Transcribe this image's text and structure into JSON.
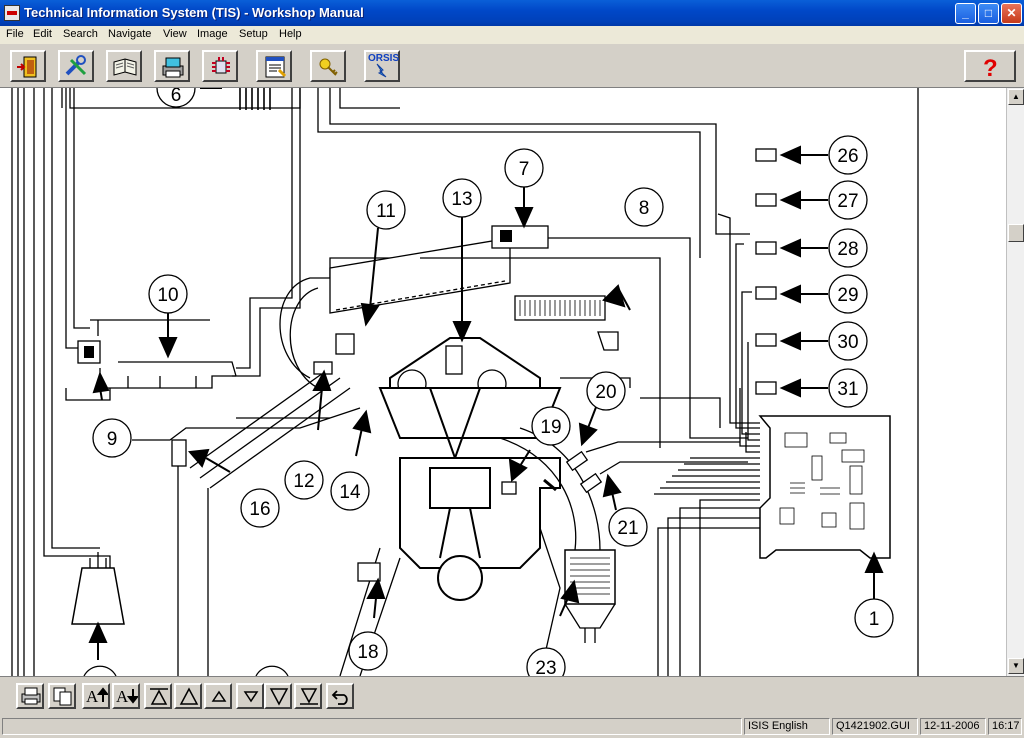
{
  "window": {
    "title": "Technical Information System (TIS) - Workshop Manual",
    "controls": {
      "minimize": "_",
      "maximize": "□",
      "close": "✕"
    }
  },
  "menu": [
    "File",
    "Edit",
    "Search",
    "Navigate",
    "View",
    "Image",
    "Setup",
    "Help"
  ],
  "toolbar": {
    "buttons": [
      {
        "icon": "exit-door-icon"
      },
      {
        "icon": "tools-wrench-icon"
      },
      {
        "icon": "open-manual-icon"
      },
      {
        "icon": "print-manual-icon"
      },
      {
        "icon": "circuit-chip-icon"
      },
      {
        "icon": "notepad-icon"
      },
      {
        "icon": "key-icon"
      },
      {
        "icon": "orsis-icon",
        "label": "ORSIS"
      },
      {
        "icon": "help-question-icon"
      }
    ]
  },
  "diagram": {
    "callouts": [
      "1",
      "6",
      "7",
      "8",
      "9",
      "10",
      "11",
      "12",
      "13",
      "14",
      "16",
      "18",
      "19",
      "20",
      "21",
      "23",
      "26",
      "27",
      "28",
      "29",
      "30",
      "31"
    ]
  },
  "navbar": {
    "buttons": [
      {
        "icon": "print-icon"
      },
      {
        "icon": "copy-icon"
      },
      {
        "icon": "font-increase-icon",
        "label": "A"
      },
      {
        "icon": "font-decrease-icon",
        "label": "A"
      },
      {
        "icon": "first-page-icon"
      },
      {
        "icon": "page-up-icon"
      },
      {
        "icon": "scroll-up-icon"
      },
      {
        "icon": "scroll-down-icon"
      },
      {
        "icon": "page-down-icon"
      },
      {
        "icon": "last-page-icon"
      },
      {
        "icon": "back-icon"
      }
    ]
  },
  "status": {
    "language": "ISIS English",
    "file": "Q1421902.GUI",
    "date": "12-11-2006",
    "time": "16:17"
  }
}
